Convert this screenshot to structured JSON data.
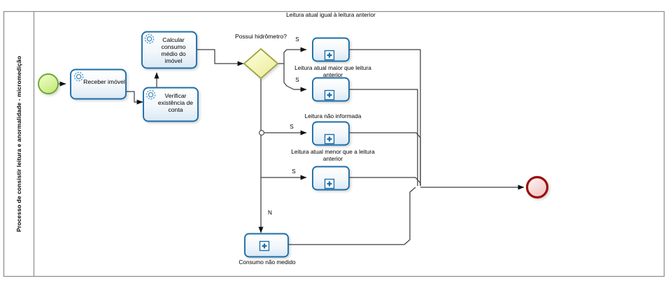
{
  "diagram": {
    "type": "bpmn-process-diagram",
    "pool": {
      "label": "Processo de consistir leitura e anormalidade - micromedição"
    },
    "colors": {
      "task_border": "#1f6ea8",
      "task_fill_top": "#ffffff",
      "task_fill_bottom": "#dce9f4",
      "start_border": "#5ca524",
      "start_fill": "#d4f08a",
      "end_border": "#9c1010",
      "end_fill": "#f6d5d2",
      "gateway_border": "#9aa33a",
      "gateway_fill": "#f7f7b8",
      "flow_line": "#3a3a3a",
      "frame": "#808080",
      "subprocess_marker": "#1f6ea8"
    },
    "events": [
      {
        "id": "start",
        "name": "start-event",
        "shape": "circle",
        "kind": "start"
      },
      {
        "id": "end",
        "name": "end-event",
        "shape": "circle-thick",
        "kind": "end"
      }
    ],
    "tasks": [
      {
        "id": "t1",
        "label": "Receber imóvel",
        "icon": "gear-icon",
        "marker": "service-task"
      },
      {
        "id": "t2",
        "label": "Calcular consumo médio do imóvel",
        "icon": "gear-icon",
        "marker": "service-task"
      },
      {
        "id": "t3",
        "label": "Verificar existência de conta",
        "icon": "gear-icon",
        "marker": "service-task"
      }
    ],
    "gateway": {
      "id": "g1",
      "label": "Possui hidrômetro?",
      "shape": "diamond",
      "kind": "exclusive"
    },
    "subprocesses": [
      {
        "id": "sp1",
        "caption": "Leitura atual igual à leitura anterior",
        "marker": "plus-icon",
        "caption_position": "above"
      },
      {
        "id": "sp2",
        "caption": "Leitura atual maior que leitura anterior",
        "marker": "plus-icon",
        "caption_position": "above"
      },
      {
        "id": "sp3",
        "caption": "Leitura não informada",
        "marker": "plus-icon",
        "caption_position": "above"
      },
      {
        "id": "sp4",
        "caption": "Leitura atual menor que a leitura anterior",
        "marker": "plus-icon",
        "caption_position": "above"
      },
      {
        "id": "sp5",
        "caption": "Consumo não medido",
        "marker": "plus-icon",
        "caption_position": "below"
      }
    ],
    "flow_labels": [
      {
        "id": "f1",
        "text": "S"
      },
      {
        "id": "f2",
        "text": "S"
      },
      {
        "id": "f3",
        "text": "S"
      },
      {
        "id": "f4",
        "text": "S"
      },
      {
        "id": "f5",
        "text": "N"
      }
    ]
  }
}
